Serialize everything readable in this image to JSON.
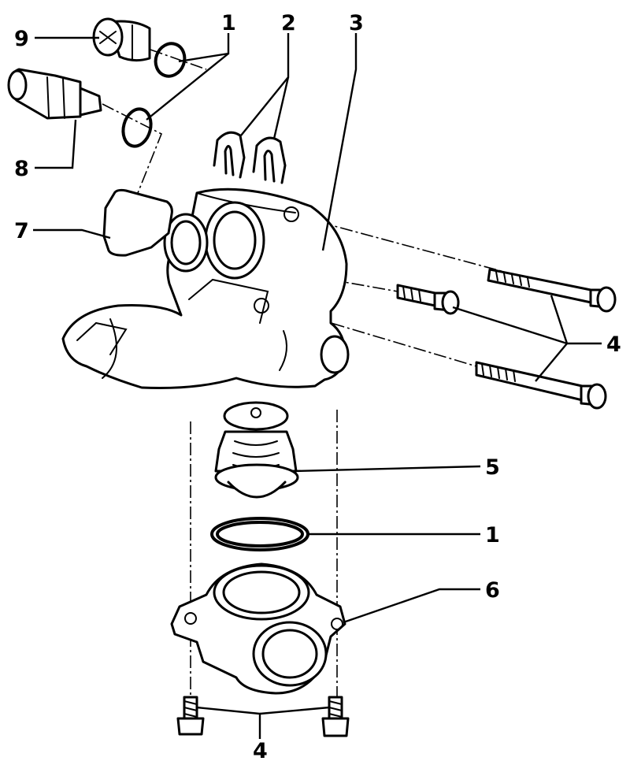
{
  "callouts": {
    "c1_top": "1",
    "c2": "2",
    "c3": "3",
    "c4_right": "4",
    "c5": "5",
    "c1_mid": "1",
    "c6": "6",
    "c7": "7",
    "c8": "8",
    "c9": "9",
    "c4_bottom": "4"
  },
  "colors": {
    "line": "#000000",
    "background": "#ffffff"
  }
}
